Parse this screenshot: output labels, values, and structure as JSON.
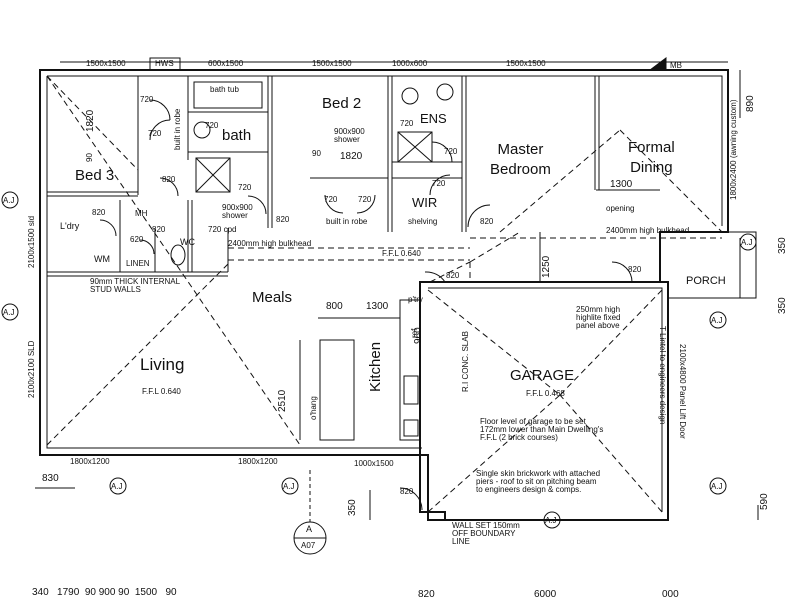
{
  "rooms": {
    "bed3": "Bed 3",
    "bath": "bath",
    "bed2": "Bed 2",
    "ens": "ENS",
    "master": "Master\nBedroom",
    "formal": "Formal\nDining",
    "ldry": "L'dry",
    "wm": "WM",
    "linen": "LINEN",
    "mh": "MH",
    "wc": "WC",
    "wir": "WIR",
    "meals": "Meals",
    "living": "Living",
    "kitchen": "Kitchen",
    "garage": "GARAGE",
    "porch": "PORCH",
    "ptry": "p'try",
    "ref": "ref"
  },
  "labels": {
    "bath_tub": "bath tub",
    "built_in_robe_1": "built in robe",
    "built_in_robe_2": "built in robe",
    "shower_1": "900x900\nshower",
    "shower_2": "900x900\nshower",
    "shelving": "shelving",
    "opening": "opening",
    "bulkhead_1": "2400mm high bulkhead",
    "bulkhead_2": "2400mm high bulkhead",
    "ffl_1": "F.F.L 0.640",
    "ffl_living": "F.F.L 0.640",
    "ffl_garage": "F.F.L 0.468",
    "stud_walls": "90mm THICK INTERNAL\nSTUD WALLS",
    "highlite": "250mm high\nhighlite fixed\npanel above",
    "conc_slab": "R.I CONC. SLAB",
    "ohang": "o'hang",
    "garage_note_1": "Floor level of garage to be set\n172mm lower than Main Dwelling's\nF.F.L (2 brick courses)",
    "garage_note_2": "Single skin brickwork with attached\npiers - roof to sit on pitching beam\nto engineers design & comps.",
    "wall_set": "WALL SET 150mm\nOFF BOUNDARY\nLINE",
    "tlintel": "T-Lintel to engineers design",
    "panel_lift": "2100x4800 Panel Lift Door",
    "hws": "HWS",
    "mb": "MB",
    "section_a": "A",
    "section_ref": "A07",
    "aj": "A.J",
    "window_left_1": "2100x1500 sld",
    "window_left_2": "2100x2100 SLD",
    "window_right": "1800x2400 (awning custom)"
  },
  "dims": {
    "top_1": "1500x1500",
    "top_2": "600x1500",
    "top_3": "1500x1500",
    "top_4": "1000x600",
    "top_5": "1500x1500",
    "d720a": "720",
    "d720b": "720",
    "d720c": "720",
    "d720d": "720",
    "d720e": "720",
    "d720f": "720",
    "d720g": "720",
    "d720h": "720",
    "d720i": "720",
    "d720cpd": "720 cpd",
    "d820a": "820",
    "d820b": "820",
    "d820c": "820",
    "d820d": "820",
    "d820e": "820",
    "d820f": "820",
    "d820g": "820",
    "d820h": "820",
    "d620": "620",
    "d1820a": "1820",
    "d1820b": "1820",
    "d90a": "90",
    "d90b": "90",
    "d1300": "1300",
    "d1250": "1250",
    "d800": "800",
    "d1300b": "1300",
    "d960": "960",
    "d2510": "2510",
    "d890": "890",
    "d350a": "350",
    "d350b": "350",
    "d350c": "350",
    "d590": "590",
    "d830": "830",
    "bot_1": "1800x1200",
    "bot_2": "1800x1200",
    "bot_3": "1000x1500",
    "bottom_row": "340   1790  90 900 90  1500   90",
    "bottom_820": "820",
    "bottom_6000": "6000",
    "bottom_000": "000"
  }
}
